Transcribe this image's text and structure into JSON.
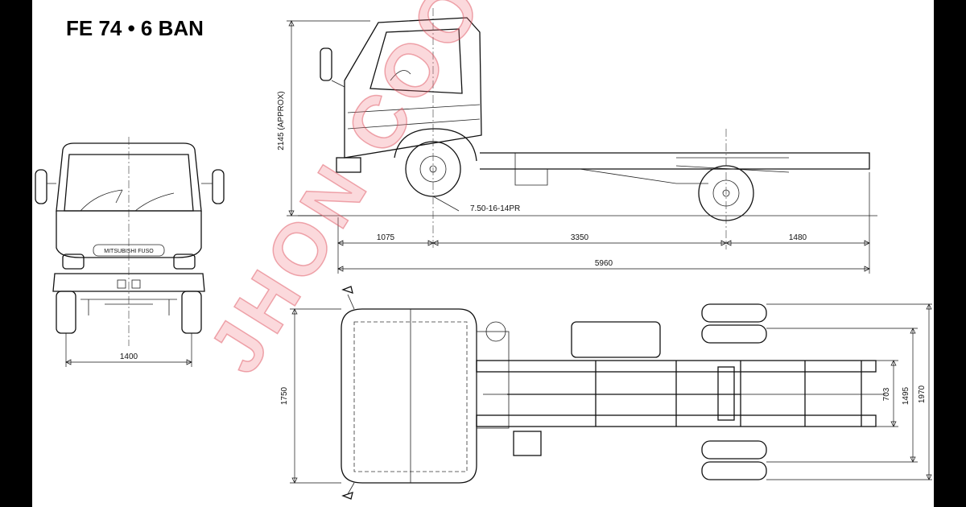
{
  "title": "FE 74 • 6 BAN",
  "watermark": "JHON COOL",
  "brand_plate": "MITSUBISHI FUSO",
  "dimensions": {
    "height_approx": "2145 (APPROX)",
    "tire_spec": "7.50-16-14PR",
    "front_overhang": "1075",
    "wheelbase": "3350",
    "rear_overhang": "1480",
    "overall_length": "5960",
    "front_track": "1400",
    "cab_width": "1750",
    "frame_width": "703",
    "rear_track": "1495",
    "overall_width": "1970"
  },
  "colors": {
    "line": "#111111",
    "watermark": "#e05a6a",
    "background": "#ffffff",
    "frame": "#000000"
  }
}
